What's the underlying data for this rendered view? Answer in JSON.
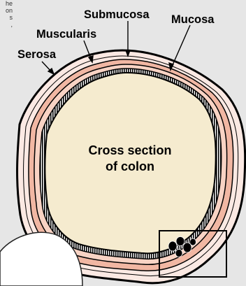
{
  "labels": {
    "submucosa": "Submucosa",
    "mucosa": "Mucosa",
    "muscularis": "Muscularis",
    "serosa": "Serosa",
    "center_line1": "Cross section",
    "center_line2": "of colon"
  },
  "corner_fragments": [
    "he",
    "on",
    "s",
    ","
  ],
  "colors": {
    "background": "#e6e6e6",
    "serosa_band": "#fbe9e3",
    "muscularis_band": "#f1b7a3",
    "submucosa_band": "#f8d3c4",
    "lumen": "#f5ebcf",
    "outline": "#000000"
  }
}
